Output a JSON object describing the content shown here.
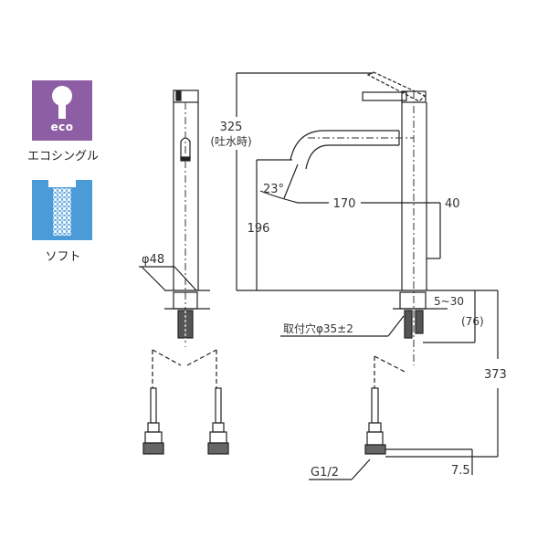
{
  "badges": [
    {
      "icon": "eco-single-lever-icon",
      "badge_text": "eco",
      "caption": "エコシングル",
      "color": "#8e5ea5"
    },
    {
      "icon": "soft-stream-icon",
      "caption": "ソフト",
      "color": "#4a9bd7"
    }
  ],
  "dimensions": {
    "height_total": "325",
    "height_note": "(吐水時)",
    "spout_angle": "23°",
    "spout_reach": "170",
    "lever_offset": "40",
    "spout_height": "196",
    "body_diameter": "φ48",
    "counter_thickness": "5~30",
    "shank_length": "(76)",
    "mount_hole": "取付穴φ35±2",
    "total_length": "373",
    "connection_thread": "G1/2",
    "hose_end": "7.5"
  }
}
